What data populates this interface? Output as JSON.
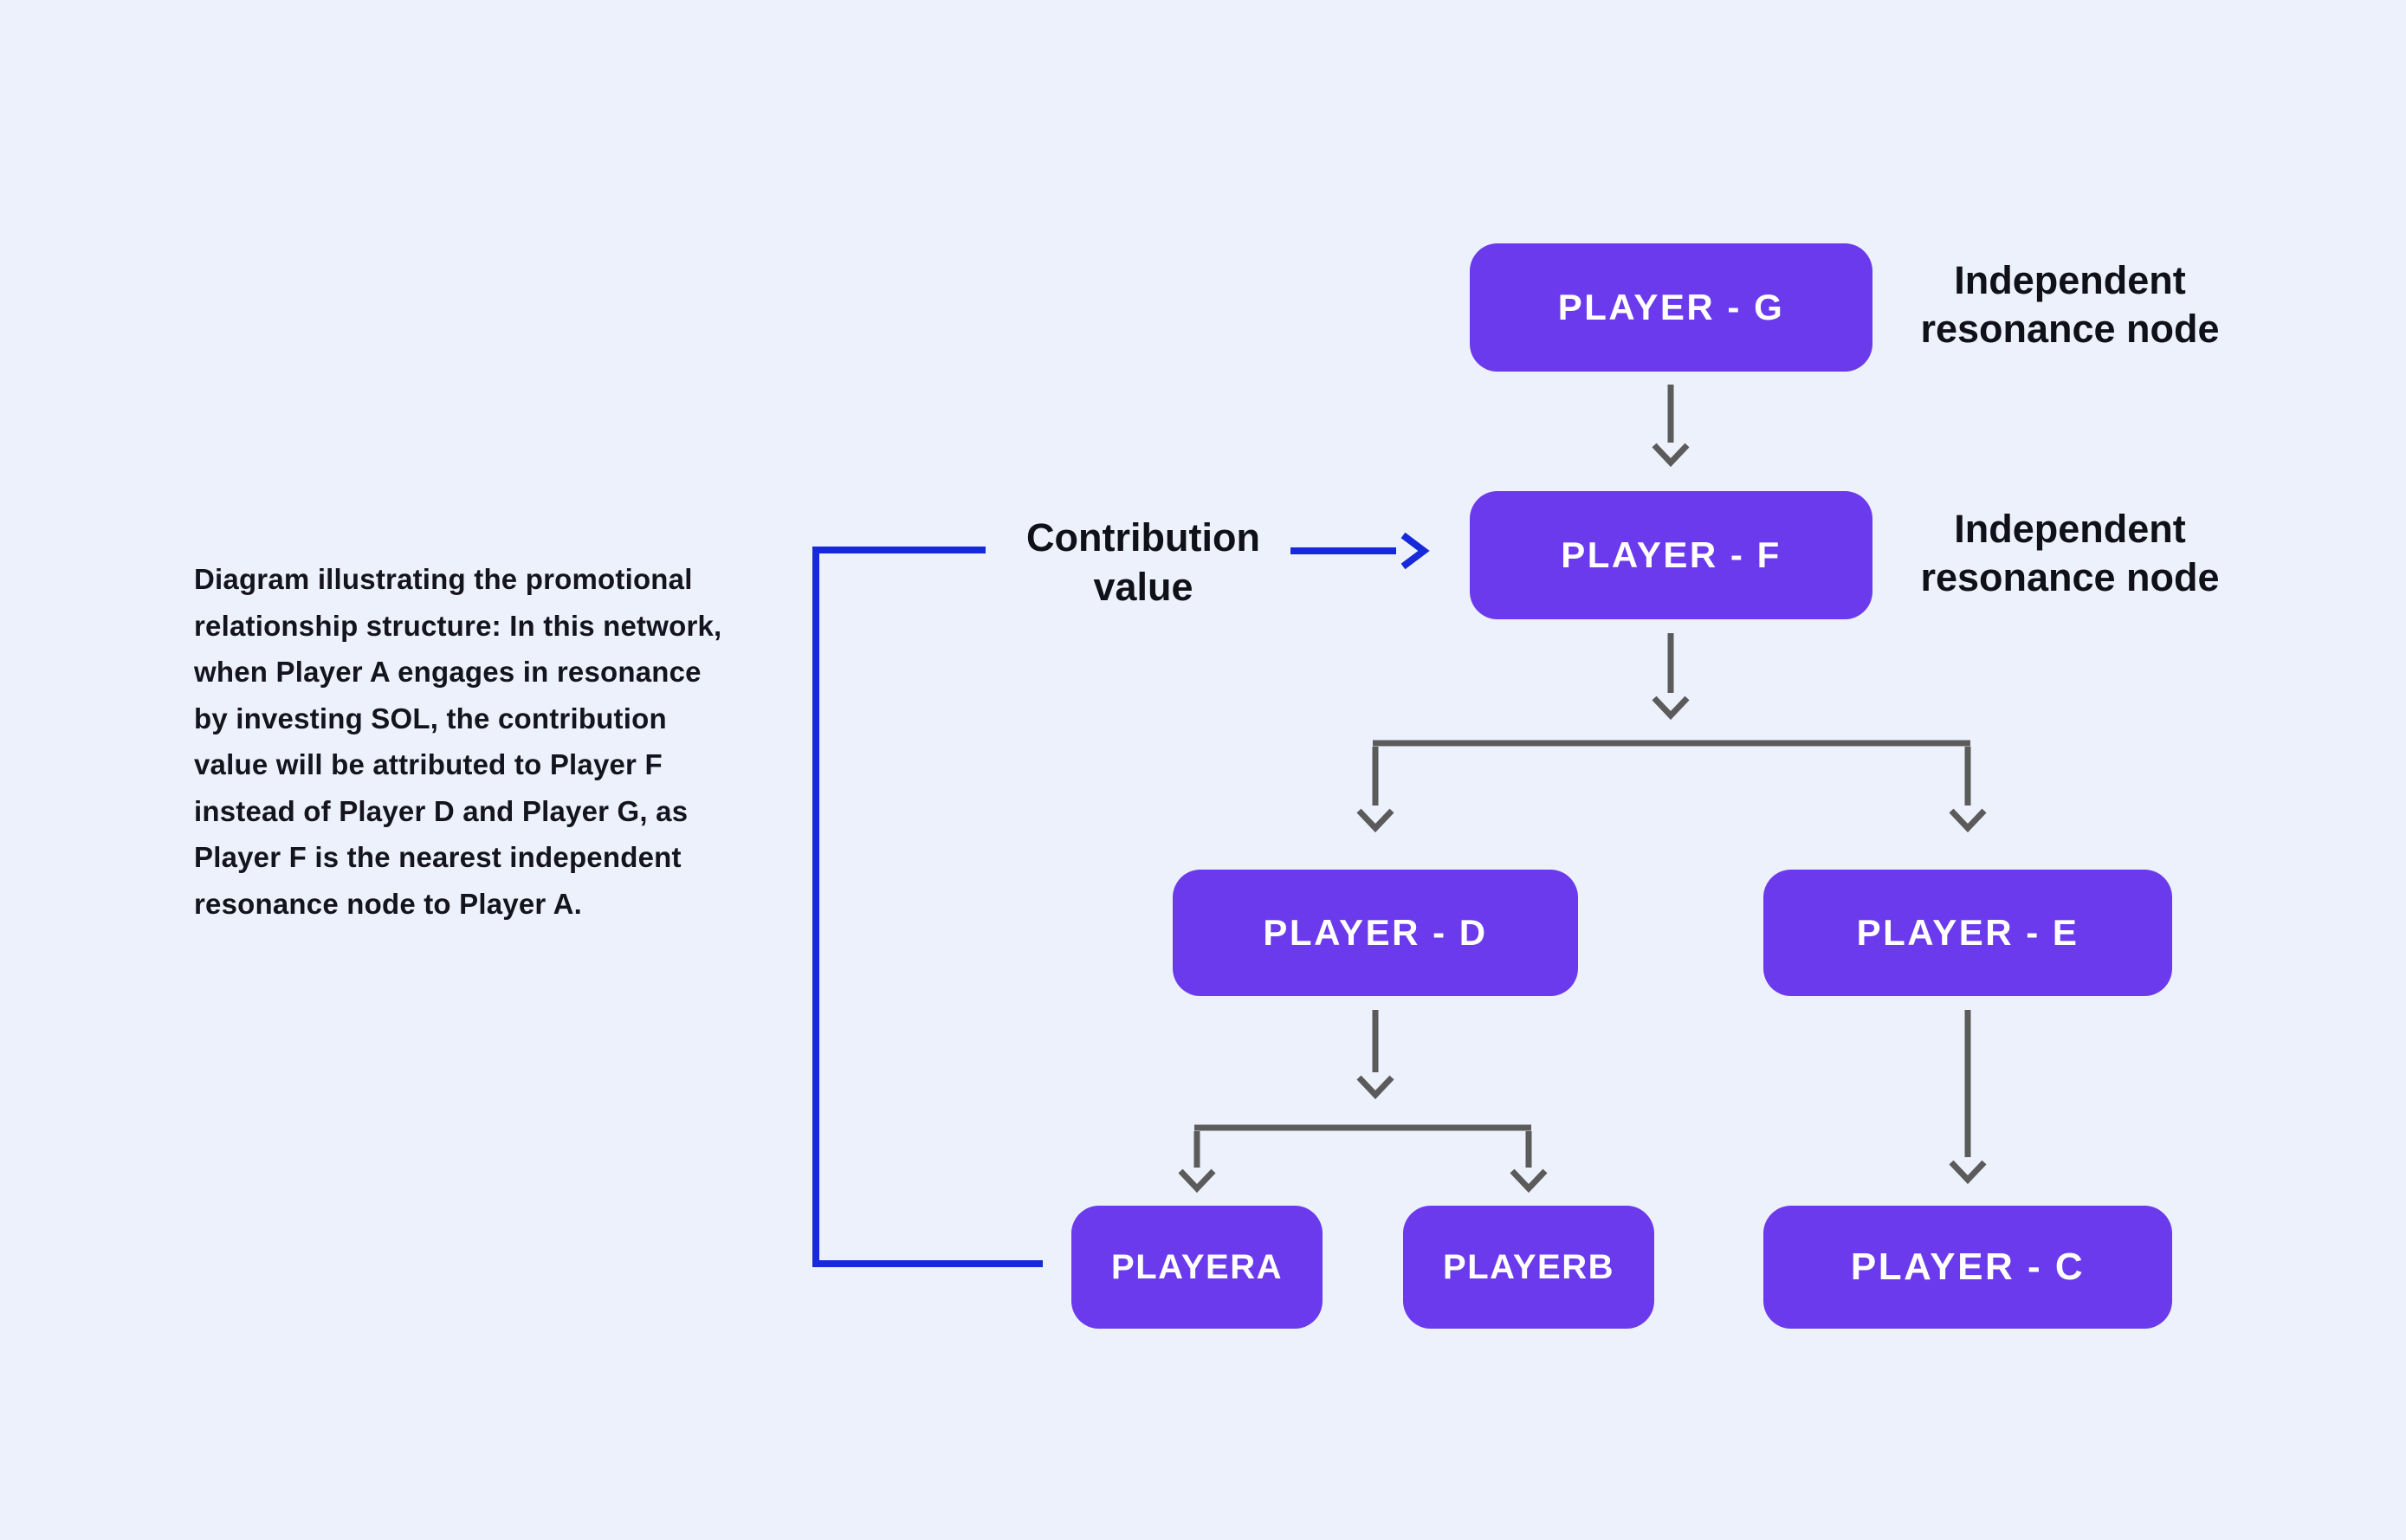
{
  "description": {
    "text": "Diagram illustrating the promotional relationship structure: In this network, when Player A engages in resonance by investing SOL, the contribution value will be attributed to Player F instead of Player D and Player G, as Player F is the nearest independent resonance node to Player A."
  },
  "annotations": {
    "contribution_value": "Contribution value",
    "independent_node_top": "Independent resonance node",
    "independent_node_mid": "Independent resonance node"
  },
  "nodes": {
    "player_g": {
      "label": "PLAYER - G"
    },
    "player_f": {
      "label": "PLAYER - F"
    },
    "player_d": {
      "label": "PLAYER - D"
    },
    "player_e": {
      "label": "PLAYER - E"
    },
    "player_a": {
      "label": "PLAYERA"
    },
    "player_b": {
      "label": "PLAYERB"
    },
    "player_c": {
      "label": "PLAYER - C"
    }
  },
  "colors": {
    "background": "#EDF1FB",
    "node_fill": "#6B3AEC",
    "node_text": "#FFFFFF",
    "connector_gray": "#5B5B5B",
    "wire_blue": "#1629DB",
    "label_text": "#101018"
  }
}
